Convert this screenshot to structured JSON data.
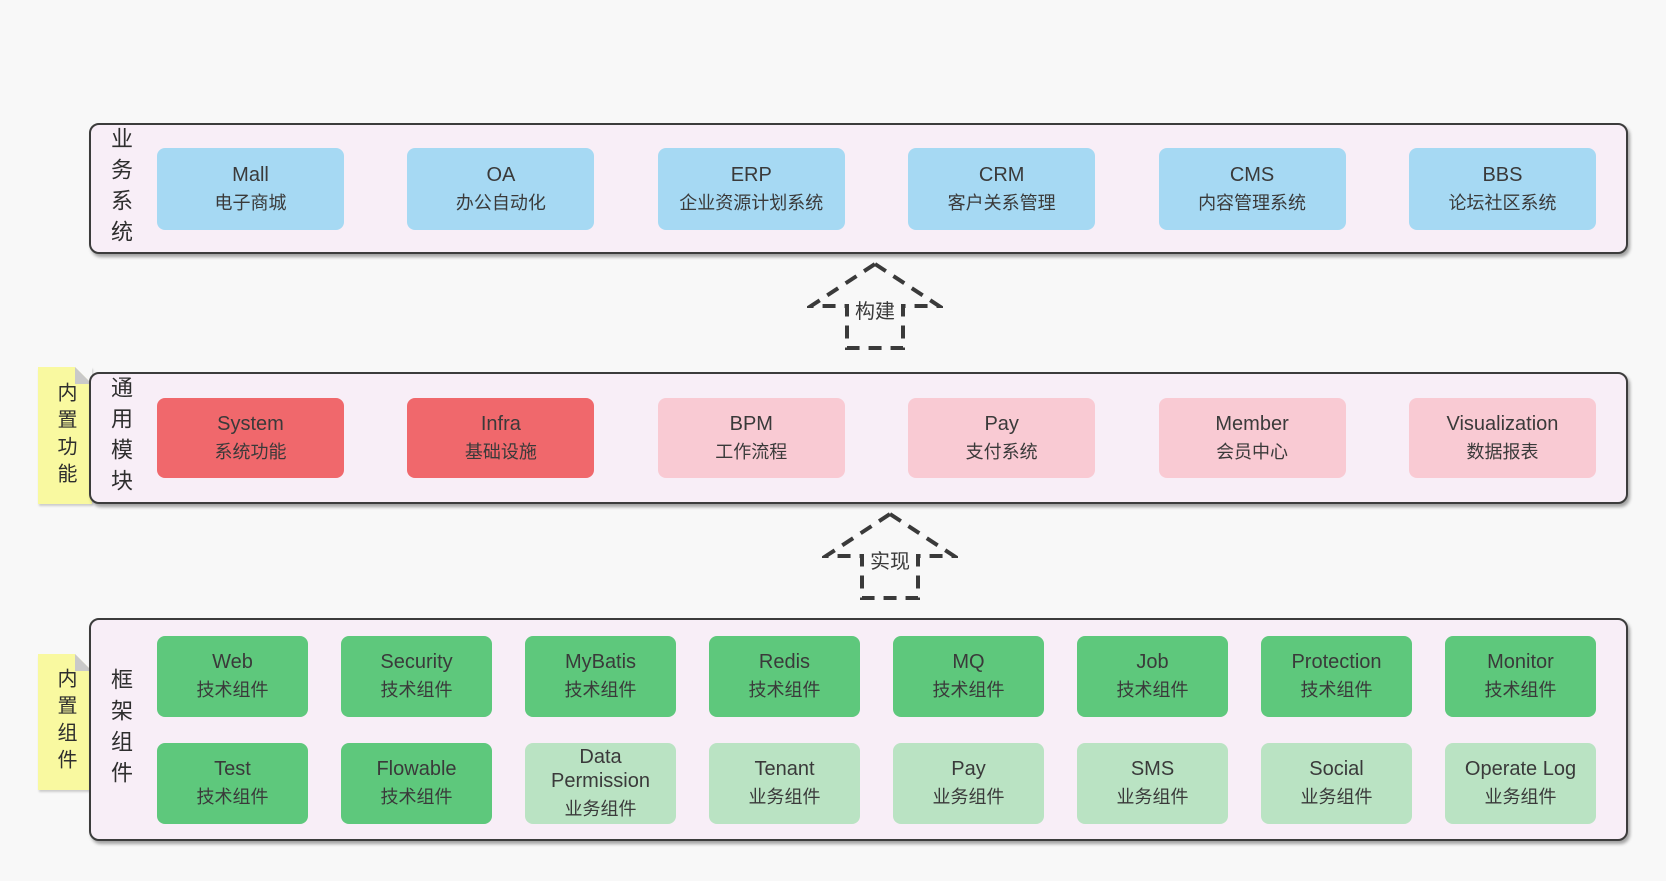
{
  "colors": {
    "page_bg": "#f8f8f8",
    "container_bg": "#f8eef7",
    "container_border": "#3c3c3c",
    "blue_box": "#a6d9f3",
    "red_box": "#f0686c",
    "pink_box": "#f9cad3",
    "green_box": "#5ec87c",
    "light_green_box": "#bae3c3",
    "note_yellow": "#f9f9a0",
    "fold_gray": "#c9c9c9",
    "text": "#3a3a3a"
  },
  "business": {
    "side_label": "业务系统",
    "boxes": [
      {
        "name": "Mall",
        "desc": "电子商城"
      },
      {
        "name": "OA",
        "desc": "办公自动化"
      },
      {
        "name": "ERP",
        "desc": "企业资源计划系统"
      },
      {
        "name": "CRM",
        "desc": "客户关系管理"
      },
      {
        "name": "CMS",
        "desc": "内容管理系统"
      },
      {
        "name": "BBS",
        "desc": "论坛社区系统"
      }
    ]
  },
  "arrows": [
    {
      "label": "构建"
    },
    {
      "label": "实现"
    }
  ],
  "modules": {
    "note": "内置功能",
    "side_label": "通用模块",
    "boxes": [
      {
        "name": "System",
        "desc": "系统功能",
        "variant": "red"
      },
      {
        "name": "Infra",
        "desc": "基础设施",
        "variant": "red"
      },
      {
        "name": "BPM",
        "desc": "工作流程",
        "variant": "pink"
      },
      {
        "name": "Pay",
        "desc": "支付系统",
        "variant": "pink"
      },
      {
        "name": "Member",
        "desc": "会员中心",
        "variant": "pink"
      },
      {
        "name": "Visualization",
        "desc": "数据报表",
        "variant": "pink"
      }
    ]
  },
  "components": {
    "note": "内置组件",
    "side_label": "框架组件",
    "rows": [
      [
        {
          "name": "Web",
          "desc": "技术组件",
          "variant": "green"
        },
        {
          "name": "Security",
          "desc": "技术组件",
          "variant": "green"
        },
        {
          "name": "MyBatis",
          "desc": "技术组件",
          "variant": "green"
        },
        {
          "name": "Redis",
          "desc": "技术组件",
          "variant": "green"
        },
        {
          "name": "MQ",
          "desc": "技术组件",
          "variant": "green"
        },
        {
          "name": "Job",
          "desc": "技术组件",
          "variant": "green"
        },
        {
          "name": "Protection",
          "desc": "技术组件",
          "variant": "green"
        },
        {
          "name": "Monitor",
          "desc": "技术组件",
          "variant": "green"
        }
      ],
      [
        {
          "name": "Test",
          "desc": "技术组件",
          "variant": "green"
        },
        {
          "name": "Flowable",
          "desc": "技术组件",
          "variant": "green"
        },
        {
          "name": "Data Permission",
          "desc": "业务组件",
          "variant": "light_green"
        },
        {
          "name": "Tenant",
          "desc": "业务组件",
          "variant": "light_green"
        },
        {
          "name": "Pay",
          "desc": "业务组件",
          "variant": "light_green"
        },
        {
          "name": "SMS",
          "desc": "业务组件",
          "variant": "light_green"
        },
        {
          "name": "Social",
          "desc": "业务组件",
          "variant": "light_green"
        },
        {
          "name": "Operate Log",
          "desc": "业务组件",
          "variant": "light_green"
        }
      ]
    ]
  }
}
